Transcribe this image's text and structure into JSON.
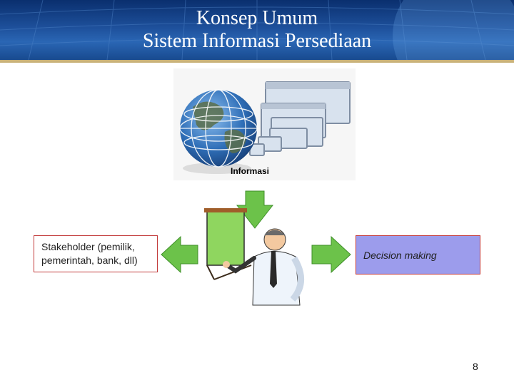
{
  "slide": {
    "title_line1": "Konsep Umum",
    "title_line2": "Sistem Informasi Persediaan",
    "info_label": "Informasi",
    "stakeholder_text": "Stakeholder  (pemilik, pemerintah, bank, dll)",
    "decision_text": "Decision making",
    "page_number": "8"
  },
  "colors": {
    "header": "#1d4f9a",
    "arrow": "#6cc24a",
    "decision_box": "#9c9cec",
    "box_border": "#c23b3b"
  },
  "icons": [
    "globe-icon",
    "windows-icon",
    "presenter-icon",
    "arrow-down-icon",
    "arrow-left-icon",
    "arrow-right-icon"
  ]
}
